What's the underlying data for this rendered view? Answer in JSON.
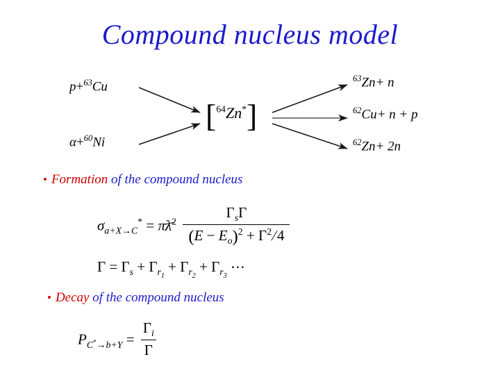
{
  "slide": {
    "title": "Compound nucleus model",
    "colors": {
      "title_blue": "#1a1acc",
      "highlight_red": "#cc0000",
      "body_blue": "#1a1acc",
      "text_black": "#000000",
      "background": "#ffffff"
    }
  },
  "diagram": {
    "inputs": [
      {
        "particle": "p",
        "plus": "+",
        "mass_number": "63",
        "nucleus": "Cu"
      },
      {
        "particle": "α",
        "plus": "+",
        "mass_number": "60",
        "nucleus": "Ni"
      }
    ],
    "compound": {
      "open_bracket": "[",
      "mass_number": "64",
      "nucleus": "Zn",
      "excited": "*",
      "close_bracket": "]"
    },
    "outputs": [
      {
        "mass_number": "63",
        "nucleus": "Zn",
        "products": "+ n"
      },
      {
        "mass_number": "62",
        "nucleus": "Cu",
        "products": "+ n + p"
      },
      {
        "mass_number": "62",
        "nucleus": "Zn",
        "products": "+ 2n"
      }
    ]
  },
  "sections": [
    {
      "bullet": "•",
      "highlight": "Formation",
      "rest": " of the compound nucleus"
    },
    {
      "bullet": "•",
      "highlight": "Decay",
      "rest": " of the compound nucleus"
    }
  ],
  "equations": {
    "cross_section": {
      "symbol": "σ",
      "subscript": "a+X→C",
      "subscript_star": "*",
      "equals": "=",
      "pi": "π",
      "lambda_bar": "λ",
      "lambda_exponent": "2",
      "numerator": {
        "gamma_s": "Γ",
        "gamma_s_sub": "s",
        "gamma": "Γ"
      },
      "denominator": {
        "open": "(",
        "E": "E",
        "minus": "−",
        "E_o": "E",
        "E_o_sub": "o",
        "close": ")",
        "exponent": "2",
        "plus": "+",
        "gamma": "Γ",
        "gamma_exponent": "2",
        "slash": "/",
        "four": "4"
      }
    },
    "total_width": {
      "gamma": "Γ",
      "equals": "=",
      "terms": [
        {
          "gamma": "Γ",
          "sub": "s",
          "subsub": ""
        },
        {
          "gamma": "Γ",
          "sub": "r",
          "subsub": "1"
        },
        {
          "gamma": "Γ",
          "sub": "r",
          "subsub": "2"
        },
        {
          "gamma": "Γ",
          "sub": "r",
          "subsub": "3"
        }
      ],
      "plus": "+",
      "ellipsis": "⋯"
    },
    "decay_probability": {
      "P": "P",
      "subscript": "C",
      "subscript_star": "*",
      "subscript_arrow": "→b+Y",
      "equals": "=",
      "numerator_gamma": "Γ",
      "numerator_sub": "i",
      "denominator_gamma": "Γ"
    }
  }
}
